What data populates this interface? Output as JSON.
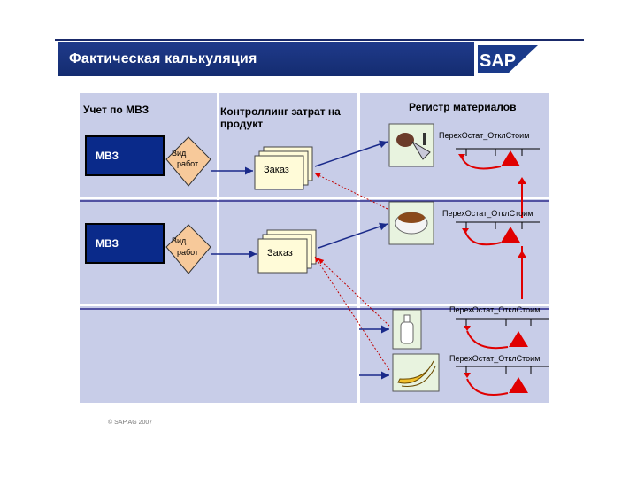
{
  "header": {
    "title": "Фактическая калькуляция",
    "logo": "SAP"
  },
  "columns": {
    "col1": "Учет по МВЗ",
    "col2_line1": "Контроллинг затрат на",
    "col2_line2": "продукт",
    "col3": "Регистр материалов"
  },
  "rows": [
    {
      "mvz": "МВЗ",
      "diamond_line1": "Вид",
      "diamond_line2": "работ",
      "order": "Заказ"
    },
    {
      "mvz": "МВЗ",
      "diamond_line1": "Вид",
      "diamond_line2": "работ",
      "order": "Заказ"
    }
  ],
  "materials": [
    {
      "icon": "meat-icon",
      "legend": "ПерехОстат_ОтклСтоим"
    },
    {
      "icon": "soup-icon",
      "legend": "ПерехОстат_ОтклСтоим"
    },
    {
      "icon": "milk-icon",
      "legend": "ПерехОстат_ОтклСтоим"
    },
    {
      "icon": "banana-icon",
      "legend": "ПерехОстат_ОтклСтоим"
    }
  ],
  "footer": {
    "copyright": "© SAP AG 2007"
  },
  "colors": {
    "header": "#1f3a8a",
    "mvz": "#0a2a8a",
    "diamond": "#f7c99a",
    "arrow_red": "#e00000",
    "arrow_blue": "#1a2a8a"
  }
}
